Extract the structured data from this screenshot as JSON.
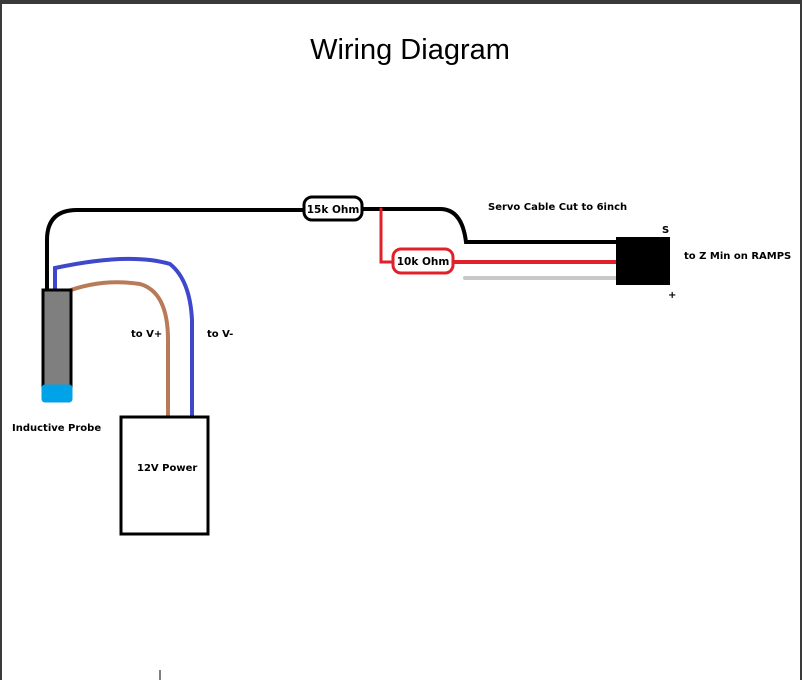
{
  "title": "Wiring Diagram",
  "labels": {
    "resistor_15k": "15k Ohm",
    "resistor_10k": "10k Ohm",
    "servo_cable": "Servo Cable Cut to 6inch",
    "signal_pin": "S",
    "plus_pin": "+",
    "ramps": "to Z Min on RAMPS",
    "to_vplus": "to V+",
    "to_vminus": "to V-",
    "probe": "Inductive Probe",
    "power": "12V Power"
  },
  "colors": {
    "black_wire": "#000000",
    "red_wire": "#e0202a",
    "grey_wire": "#c8c8c8",
    "brown_wire": "#b97a57",
    "blue_wire": "#3f48cc",
    "probe_body": "#7f7f7f",
    "probe_tip": "#00a2e8"
  }
}
